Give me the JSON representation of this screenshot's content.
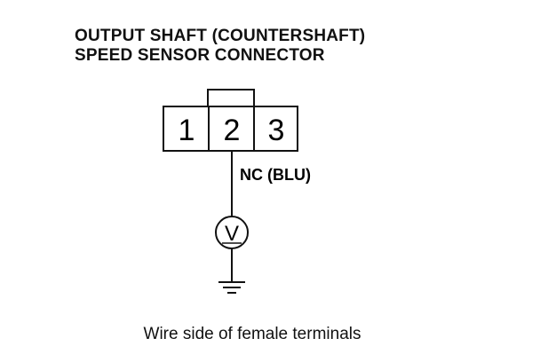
{
  "title": {
    "line1": "OUTPUT SHAFT (COUNTERSHAFT)",
    "line2": "SPEED SENSOR CONNECTOR"
  },
  "connector": {
    "terminals": [
      "1",
      "2",
      "3"
    ]
  },
  "wire": {
    "label": "NC (BLU)"
  },
  "meter": {
    "symbol": "V"
  },
  "caption": "Wire side of female terminals"
}
